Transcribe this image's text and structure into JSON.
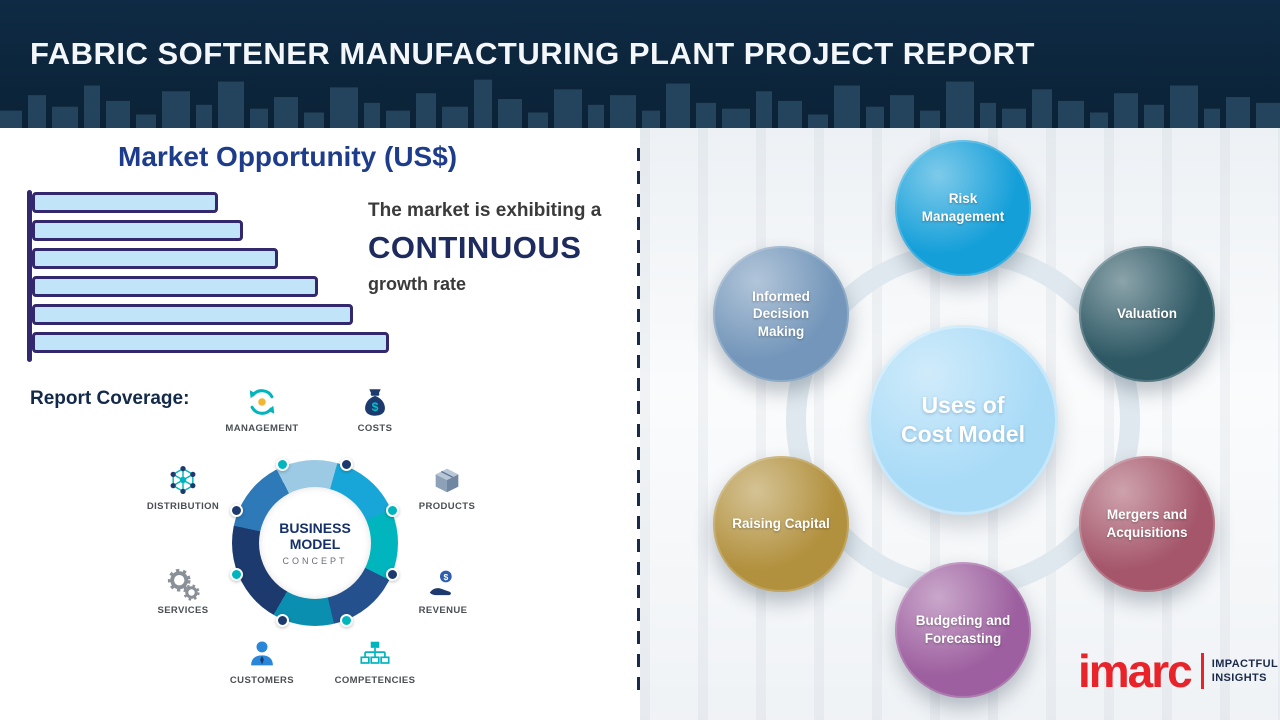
{
  "colors": {
    "header_bg": "#0b2236",
    "accent_teal": "#00b5bd",
    "accent_navy": "#1d3a6e",
    "title_blue": "#1e3c8c",
    "brand_red": "#e8242a",
    "ring_gray": "#dfe8ee"
  },
  "header": {
    "title": "FABRIC SOFTENER MANUFACTURING PLANT PROJECT REPORT"
  },
  "market": {
    "title": "Market Opportunity (US$)",
    "caption": {
      "line1": "The market is exhibiting a",
      "emphasis": "CONTINUOUS",
      "line2": "growth rate"
    }
  },
  "chart_data": {
    "type": "bar",
    "orientation": "horizontal",
    "title": "Market Opportunity (US$)",
    "values_relative_pct": [
      52,
      59,
      69,
      80,
      90,
      100
    ],
    "bar_fill": "#c2e4f8",
    "bar_border": "#33286e",
    "axis_color": "#33286e"
  },
  "report_coverage": {
    "label": "Report Coverage:",
    "business_model": {
      "center_title": "BUSINESS MODEL",
      "center_subtitle": "CONCEPT",
      "items": [
        {
          "label": "MANAGEMENT",
          "icon": "recycle-bulb-icon"
        },
        {
          "label": "COSTS",
          "icon": "money-bag-icon"
        },
        {
          "label": "DISTRIBUTION",
          "icon": "network-icon"
        },
        {
          "label": "PRODUCTS",
          "icon": "box-icon"
        },
        {
          "label": "SERVICES",
          "icon": "gears-icon"
        },
        {
          "label": "REVENUE",
          "icon": "hand-coin-icon"
        },
        {
          "label": "CUSTOMERS",
          "icon": "person-icon"
        },
        {
          "label": "COMPETENCIES",
          "icon": "org-chart-icon"
        }
      ]
    }
  },
  "cost_model": {
    "center": {
      "line1": "Uses of",
      "line2": "Cost Model",
      "color": "#a9dbf7"
    },
    "items": [
      {
        "label": "Risk Management",
        "color": "#149fd9"
      },
      {
        "label": "Valuation",
        "color": "#2d5864"
      },
      {
        "label": "Mergers and Acquisitions",
        "color": "#a5566a"
      },
      {
        "label": "Budgeting and Forecasting",
        "color": "#9d5f9f"
      },
      {
        "label": "Raising Capital",
        "color": "#b2913e"
      },
      {
        "label": "Informed Decision Making",
        "color": "#7396ba"
      }
    ]
  },
  "logo": {
    "brand": "imarc",
    "tagline": [
      "IMPACTFUL",
      "INSIGHTS"
    ]
  }
}
